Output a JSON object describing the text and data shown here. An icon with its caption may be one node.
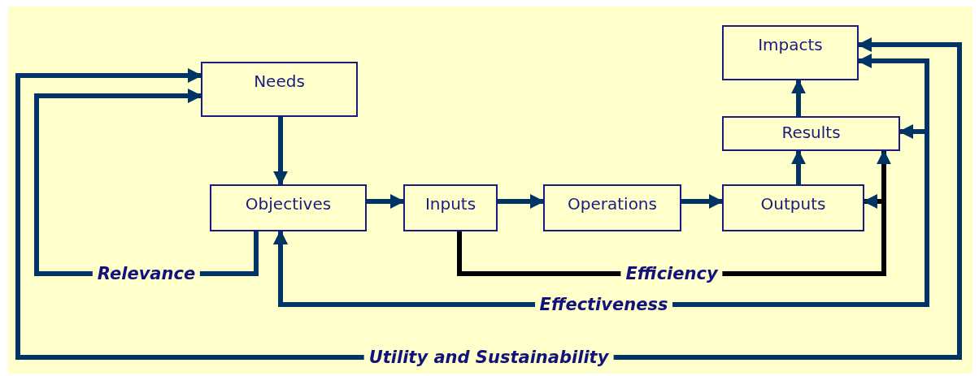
{
  "diagram": {
    "nodes": [
      {
        "text": [
          "Needs"
        ]
      },
      {
        "text": [
          "Objectives"
        ]
      },
      {
        "text": [
          "Inputs"
        ]
      },
      {
        "text": [
          "Operations"
        ]
      },
      {
        "text": [
          "Outputs"
        ]
      },
      {
        "text": [
          "Results"
        ]
      },
      {
        "text": [
          "Impacts"
        ]
      }
    ],
    "edges": [
      {
        "from": 0,
        "to": 1,
        "arrow": "to"
      },
      {
        "from": 1,
        "to": 2,
        "arrow": "to"
      },
      {
        "from": 2,
        "to": 3,
        "arrow": "to"
      },
      {
        "from": 3,
        "to": 4,
        "arrow": "to"
      },
      {
        "from": 4,
        "to": 5,
        "arrow": "to"
      },
      {
        "from": 5,
        "to": 6,
        "arrow": "to"
      },
      {
        "from": 1,
        "to": 0,
        "arrow": "to",
        "label": "Relevance"
      },
      {
        "from": 2,
        "to": 4,
        "arrow": "to",
        "label": "Efficiency",
        "color": "#000000"
      },
      {
        "from": 2,
        "to": 5,
        "arrow": "to",
        "color": "#000000"
      },
      {
        "from": 1,
        "to": 5,
        "arrow": "both",
        "label": "Effectiveness"
      },
      {
        "from": 1,
        "to": 6,
        "arrow": "both"
      },
      {
        "from": 0,
        "to": 6,
        "arrow": "both",
        "label": "Utility and Sustainability"
      }
    ]
  }
}
